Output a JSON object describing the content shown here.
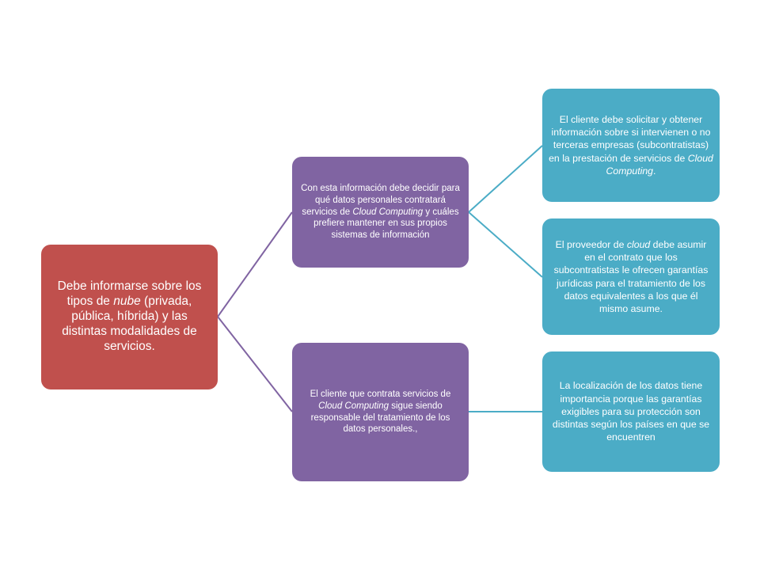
{
  "diagram": {
    "root": {
      "pre": "Debe informarse sobre los tipos de ",
      "em": "nube",
      "post": " (privada, pública, híbrida) y las distintas modalidades de servicios."
    },
    "branch1": {
      "pre": "Con esta información debe decidir para qué datos personales contratará servicios de ",
      "em": "Cloud Computing",
      "post": " y cuáles prefiere mantener en sus propios sistemas de información"
    },
    "branch2": {
      "pre": "El cliente que contrata servicios de ",
      "em": "Cloud Computing",
      "post": " sigue siendo responsable del tratamiento de los datos personales.,"
    },
    "leaf1": {
      "pre": "El cliente debe solicitar y obtener información sobre si intervienen o no terceras empresas (subcontratistas) en la prestación de servicios de ",
      "em": "Cloud Computing",
      "post": "."
    },
    "leaf2": {
      "pre": "El proveedor de ",
      "em": "cloud",
      "post": " debe asumir en el contrato que los subcontratistas le ofrecen garantías jurídicas para el tratamiento de los datos equivalentes a los que él mismo asume."
    },
    "leaf3": {
      "text": "La localización de los datos tiene importancia porque las garantías exigibles para su protección son distintas según los países en que se encuentren"
    },
    "colors": {
      "root": "#c0504d",
      "branch": "#8064a2",
      "leaf": "#4bacc6",
      "text": "#ffffff"
    }
  }
}
